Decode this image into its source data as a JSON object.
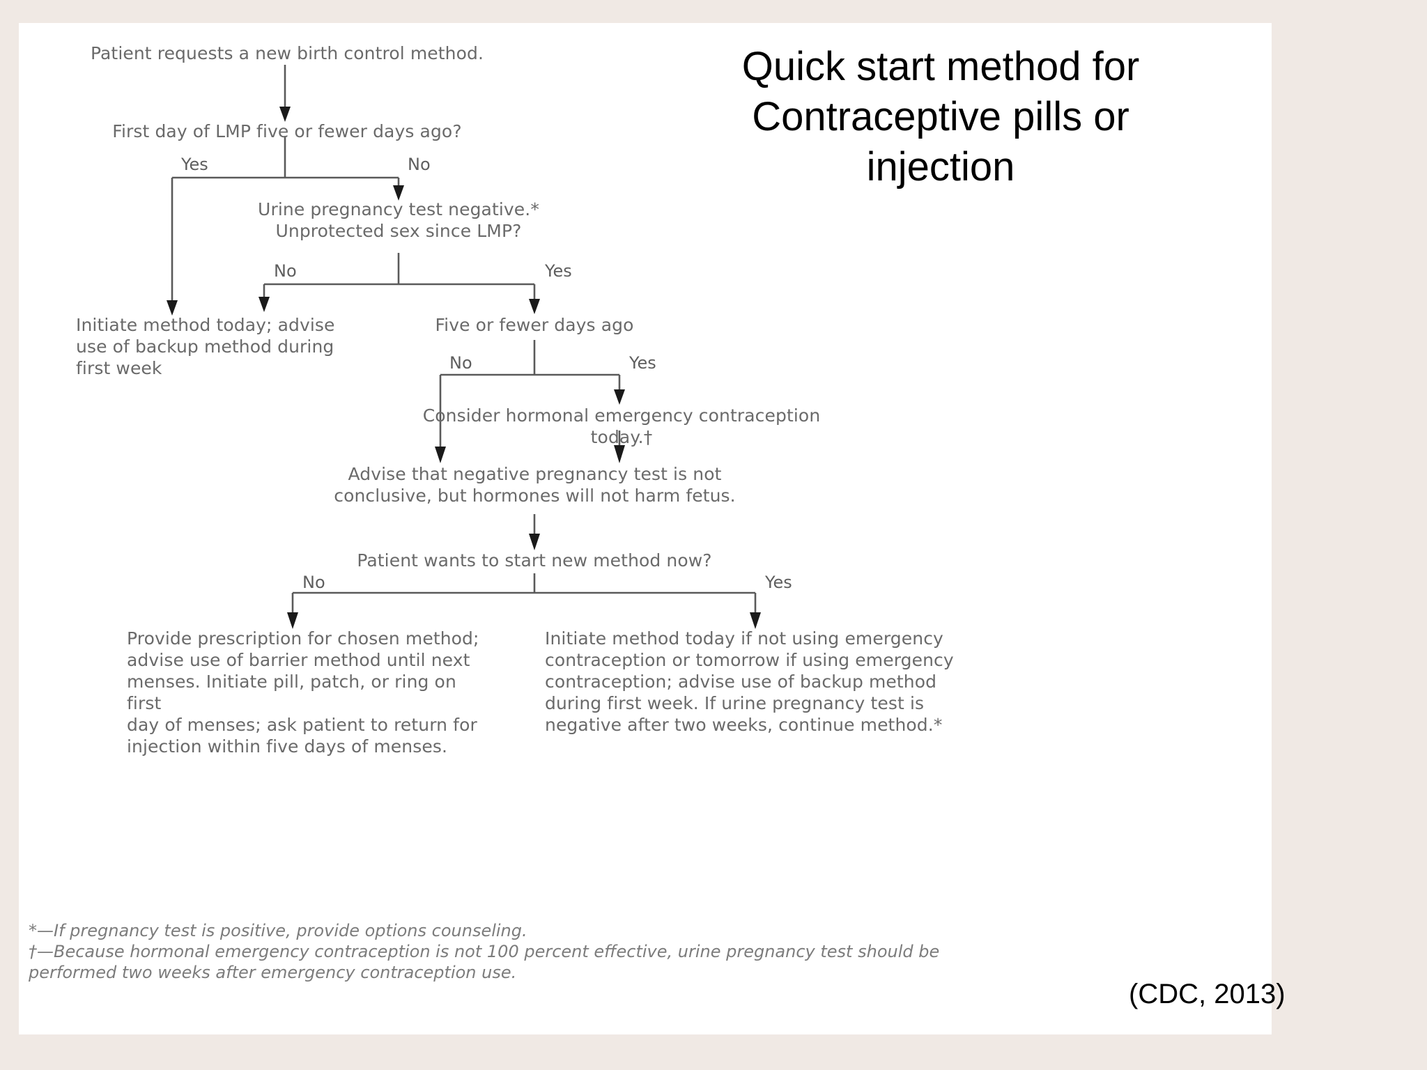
{
  "slide": {
    "background_color": "#f0e9e4",
    "card_color": "#ffffff",
    "title": "Quick start method for\nContraceptive pills or\ninjection",
    "citation": "(CDC, 2013)"
  },
  "flowchart": {
    "type": "decision-flowchart",
    "nodes": [
      {
        "id": "start",
        "label": "Patient requests a new birth control method."
      },
      {
        "id": "lmp_question",
        "label": "First day of LMP five or fewer days ago?"
      },
      {
        "id": "urine_question",
        "label": "Urine pregnancy test negative.*\nUnprotected sex since LMP?"
      },
      {
        "id": "initiate_today",
        "label": "Initiate method today; advise\nuse of backup method during\nfirst week"
      },
      {
        "id": "five_days",
        "label": "Five or fewer days ago"
      },
      {
        "id": "consider_ec",
        "label": "Consider hormonal emergency contraception today.†"
      },
      {
        "id": "advise_negative",
        "label": "Advise that negative pregnancy test is not\nconclusive, but hormones will not harm fetus."
      },
      {
        "id": "wants_start",
        "label": "Patient wants to start new method now?"
      },
      {
        "id": "provide_rx",
        "label": "Provide prescription for chosen method;\nadvise use of barrier method until next\nmenses. Initiate pill, patch, or ring on first\nday of menses; ask patient to return for\ninjection within five days of menses."
      },
      {
        "id": "initiate_if",
        "label": "Initiate method today if not using emergency\ncontraception or tomorrow if using emergency\ncontraception; advise use of backup method\nduring first week. If urine pregnancy test is\nnegative after two weeks, continue method.*"
      }
    ],
    "branch_labels": [
      {
        "id": "lmp_yes",
        "label": "Yes"
      },
      {
        "id": "lmp_no",
        "label": "No"
      },
      {
        "id": "urine_no",
        "label": "No"
      },
      {
        "id": "urine_yes",
        "label": "Yes"
      },
      {
        "id": "five_no",
        "label": "No"
      },
      {
        "id": "five_yes",
        "label": "Yes"
      },
      {
        "id": "wants_no",
        "label": "No"
      },
      {
        "id": "wants_yes",
        "label": "Yes"
      }
    ],
    "footnotes": [
      {
        "id": "footnote-asterisk",
        "label": "*—If pregnancy test is positive, provide options counseling."
      },
      {
        "id": "footnote-dagger",
        "label": "†—Because hormonal emergency contraception is not 100 percent effective, urine pregnancy test should be\nperformed two weeks after emergency contraception use."
      }
    ]
  }
}
